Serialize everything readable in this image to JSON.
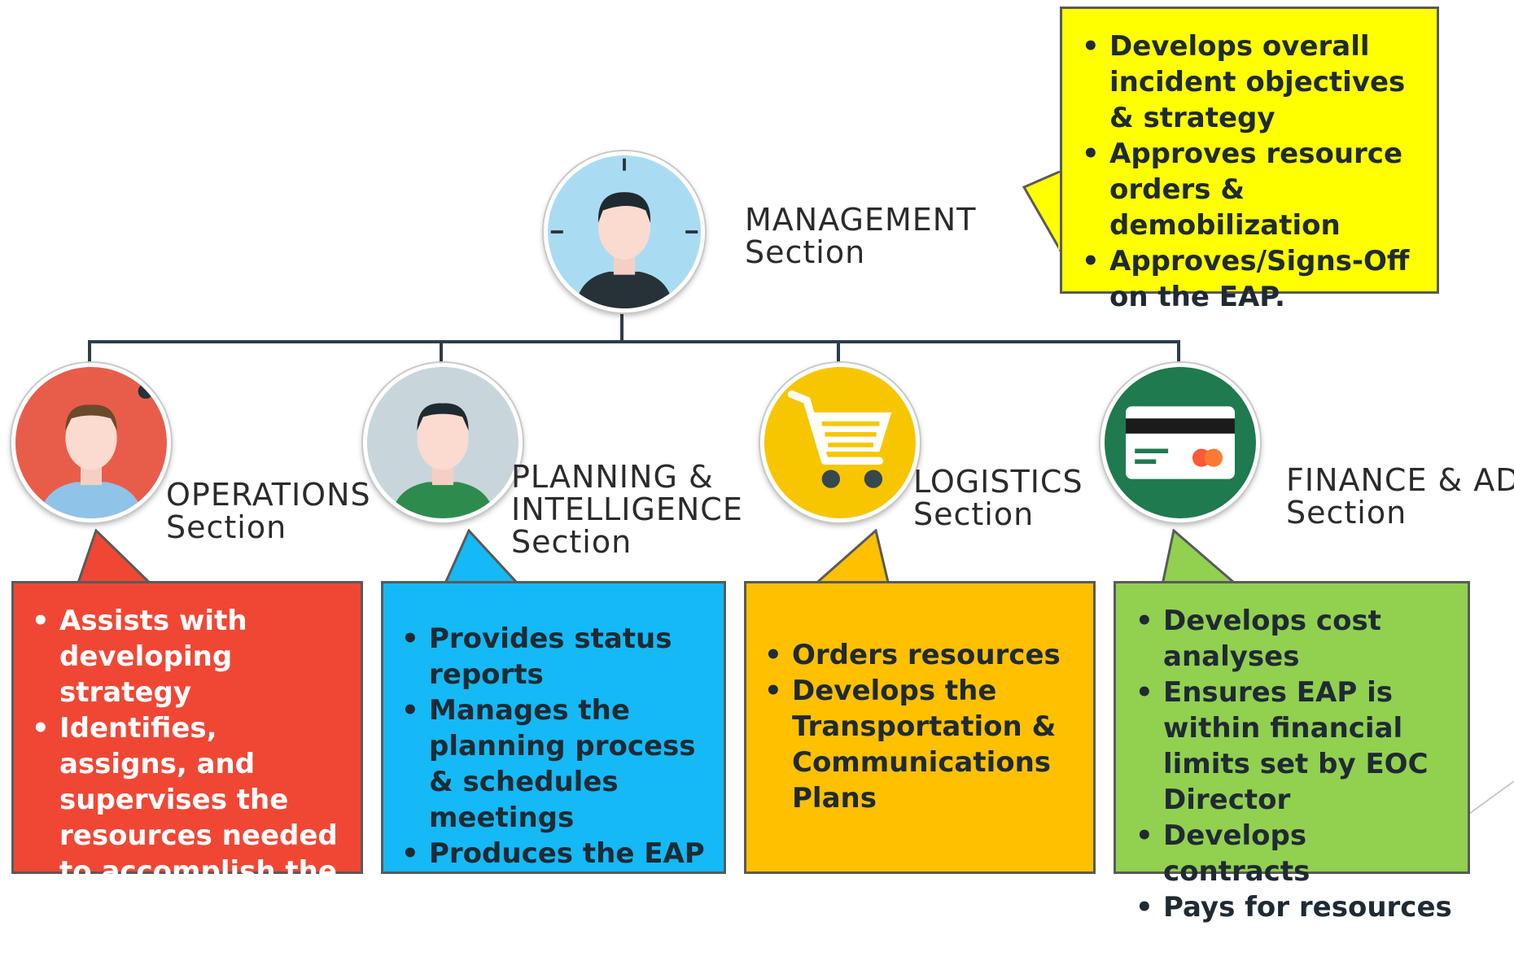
{
  "management": {
    "label_line1": "MANAGEMENT",
    "label_line2": "Section",
    "bullets": [
      "Develops overall incident objectives & strategy",
      "Approves resource orders & demobilization",
      "Approves/Signs-Off on the EAP."
    ],
    "color": "#ffff00",
    "avatar_bg": "#a9dcf2",
    "avatar_icon": "manager-avatar-icon"
  },
  "sections": [
    {
      "id": "operations",
      "label_line1": "OPERATIONS",
      "label_line2": "Section",
      "bullets": [
        "Assists with developing strategy",
        "Identifies, assigns, and supervises the resources needed to accomplish the incident objectives"
      ],
      "color": "#f04735",
      "text_color": "#ffffff",
      "avatar_icon": "operations-person-icon"
    },
    {
      "id": "planning",
      "label_line1": "PLANNING &",
      "label_line2": "INTELLIGENCE",
      "label_line3": "Section",
      "bullets": [
        "Provides status reports",
        "Manages the planning process & schedules meetings",
        "Produces the EAP"
      ],
      "color": "#14b9f5",
      "text_color": "#1f2a33",
      "avatar_icon": "planning-person-icon"
    },
    {
      "id": "logistics",
      "label_line1": "LOGISTICS",
      "label_line2": "Section",
      "bullets": [
        "Orders resources",
        "Develops the Transportation & Communications Plans"
      ],
      "color": "#ffc000",
      "text_color": "#1f2a33",
      "avatar_icon": "shopping-cart-icon"
    },
    {
      "id": "finance",
      "label_line1": "FINANCE & ADMIN",
      "label_line2": "Section",
      "bullets": [
        "Develops cost analyses",
        "Ensures EAP is within financial limits set by EOC Director",
        "Develops contracts",
        "Pays for resources"
      ],
      "color": "#92d050",
      "text_color": "#1f2a33",
      "avatar_icon": "credit-card-icon"
    }
  ]
}
